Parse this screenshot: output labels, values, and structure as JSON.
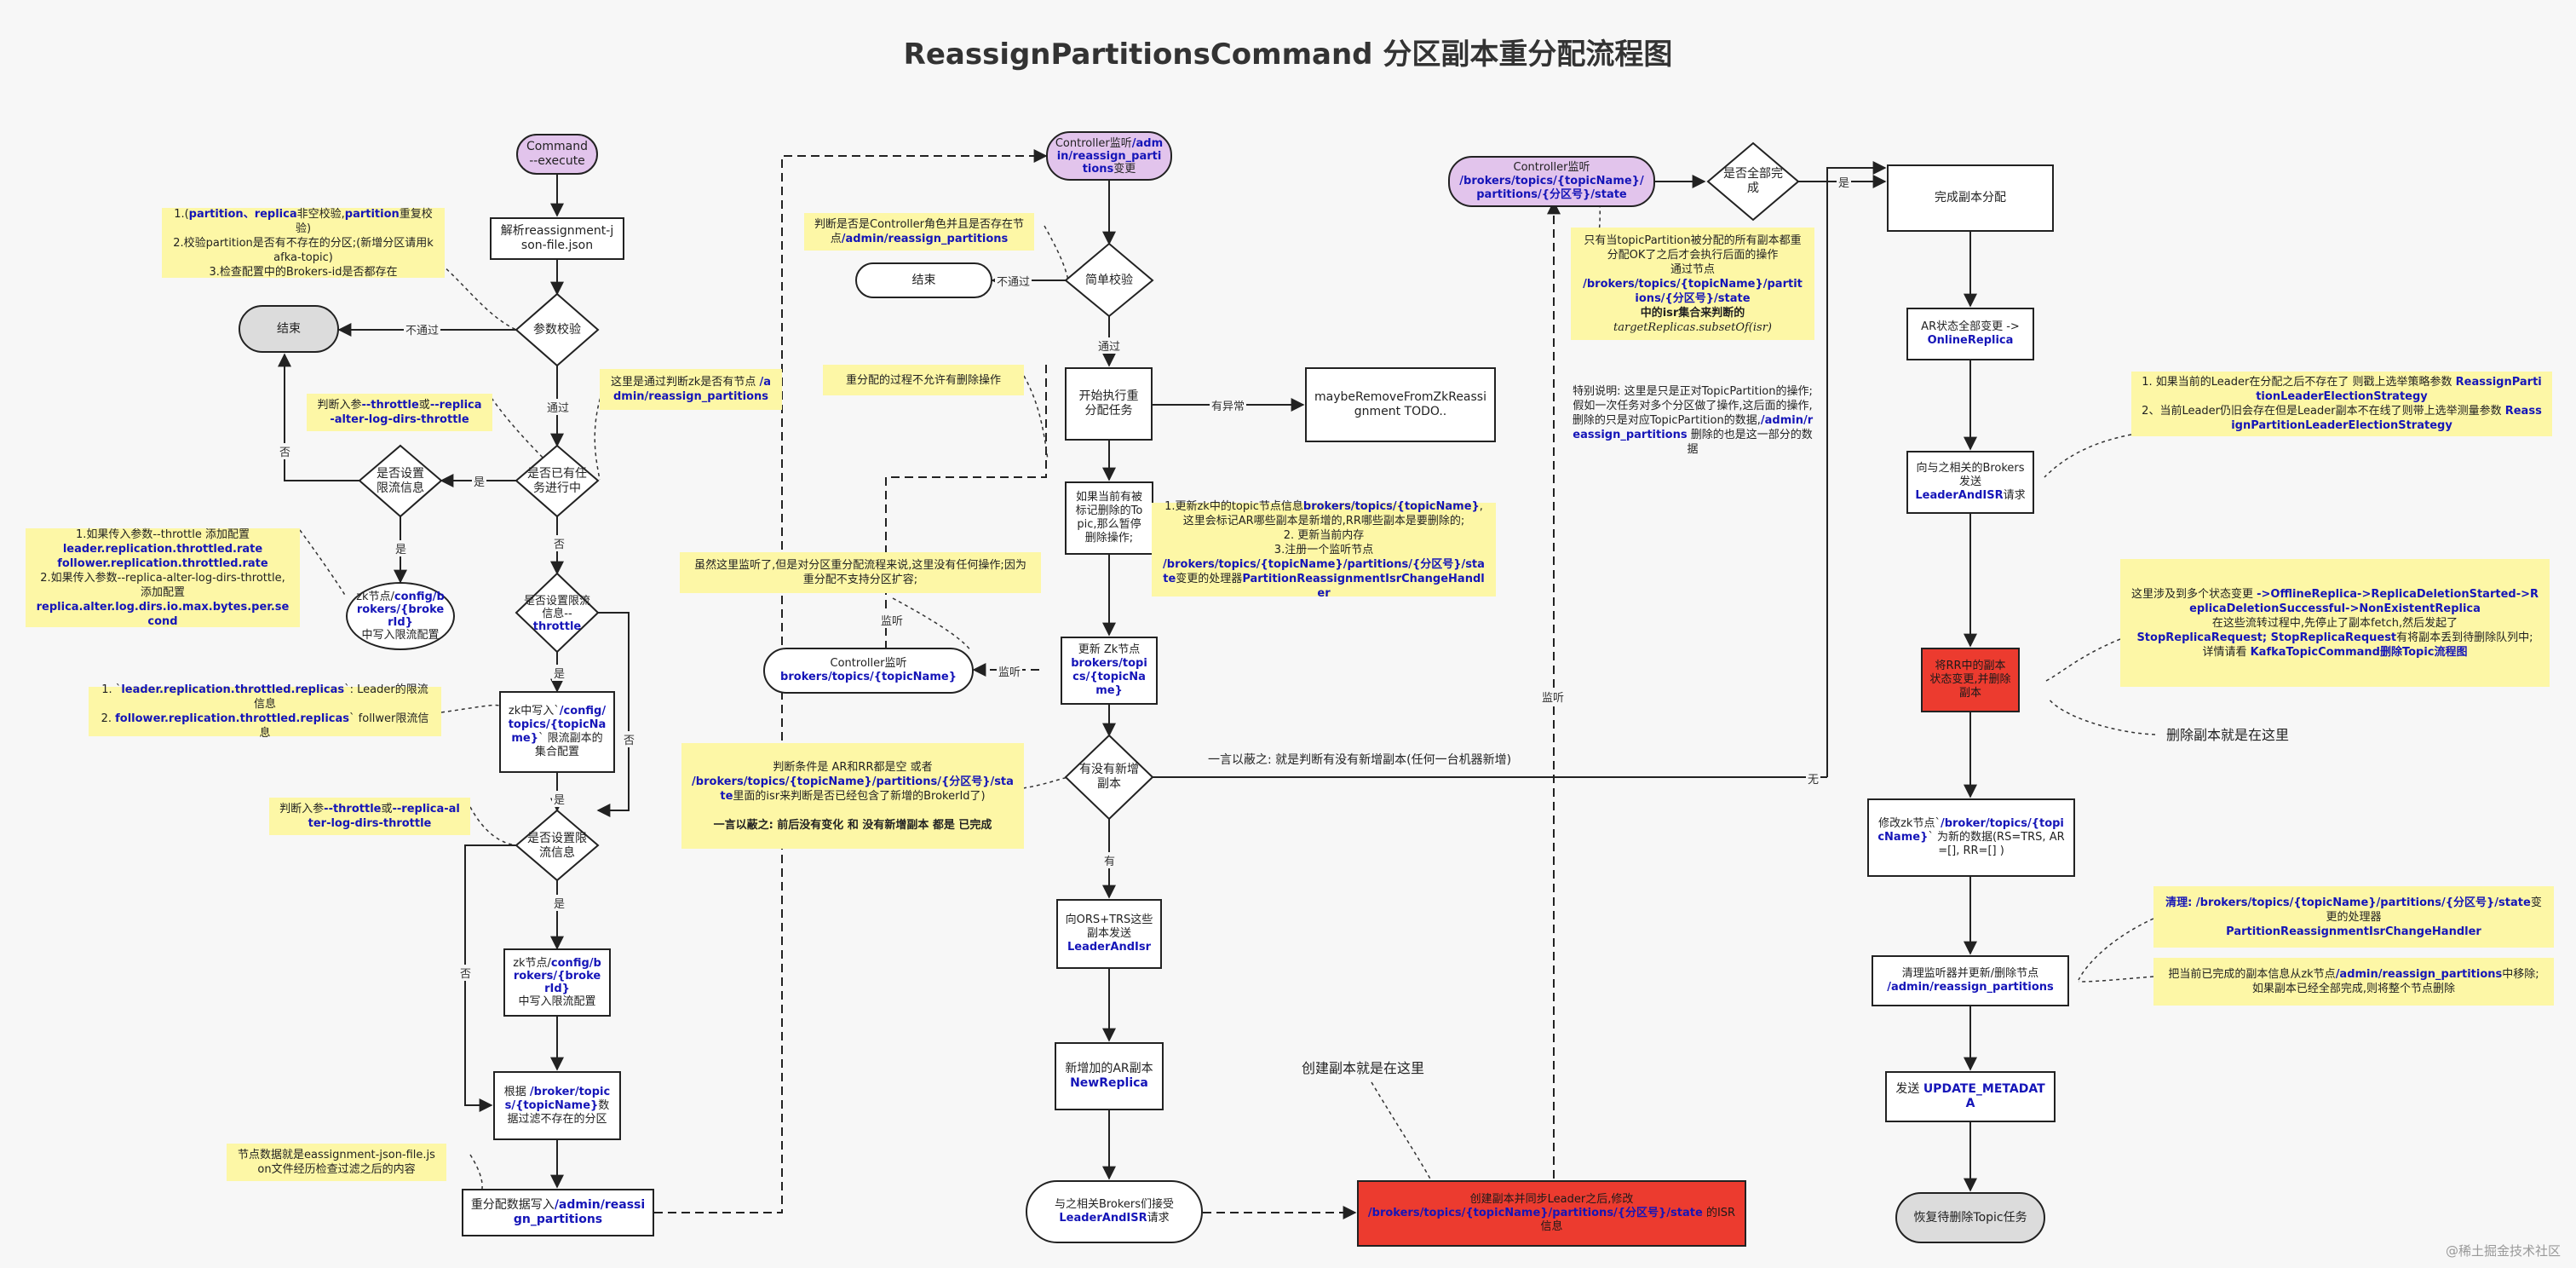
{
  "title": "ReassignPartitionsCommand 分区副本重分配流程图",
  "watermark": "@稀土掘金技术社区",
  "nodes": {
    "cmd_execute": "Command\n--execute",
    "parse_json": "解析reassignment-json-file.json",
    "param_check": "参数校验",
    "end1": "结束",
    "task_running": "是否已有任务进行中",
    "set_limit1": "是否设置限流信息",
    "zk_brokers1": [
      "zk节点/",
      "config/brokers/{brokerId}",
      "中写入限流配置"
    ],
    "set_limit2": [
      "是否设置限流信息--",
      "throttle"
    ],
    "zk_topics_write": [
      "zk中写入`",
      "/config/topics/{topicName}",
      "` 限流副本的集合配置"
    ],
    "set_limit3": "是否设置限流信息",
    "zk_brokers2": [
      "zk节点/",
      "config/brokers/{brokerId}",
      "中写入限流配置"
    ],
    "filter_partitions": [
      "根据 ",
      "/broker/topics/{topicName}",
      "数据过滤不存在的分区"
    ],
    "write_reassign": [
      "重分配数据写入",
      "/admin/reassign_partitions"
    ],
    "ctrl_listen1": [
      "Controller监听",
      "/admin/reassign_partitions",
      "变更"
    ],
    "simple_check": "简单校验",
    "end2": "结束",
    "start_reassign": "开始执行重分配任务",
    "maybe_remove": "maybeRemoveFromZkReassignment  TODO..",
    "mark_delete": "如果当前有被标记删除的Topic,那么暂停删除操作;",
    "update_zk": [
      "更新 Zk节点",
      "brokers/topics/{topicName}"
    ],
    "ctrl_listen2": [
      "Controller监听",
      "brokers/topics/{topicName}"
    ],
    "new_replica_q": "有没有新增副本",
    "send_leaderisr1": [
      "向ORS+TRS这些副本发送",
      "LeaderAndIsr"
    ],
    "new_replica_state": [
      "新增加的AR副本",
      "NewReplica"
    ],
    "brokers_accept": [
      "与之相关Brokers们接受",
      "LeaderAndISR",
      "请求"
    ],
    "create_replica": [
      "创建副本并同步Leader之后,修改",
      "/brokers/topics/{topicName}/partitions/{分区号}/state",
      " 的ISR信息"
    ],
    "ctrl_listen3": [
      "Controller监听",
      "/brokers/topics/{topicName}/partitions/{分区号}/state"
    ],
    "all_done": "是否全部完成",
    "finish": "完成副本分配",
    "ar_online": [
      "AR状态全部变更 ->",
      "OnlineReplica"
    ],
    "send_leaderisr2": [
      "向与之相关的Brokers发送",
      "LeaderAndISR",
      "请求"
    ],
    "rr_offline": "将RR中的副本状态变更,并删除副本",
    "modify_zk": [
      "修改zk节点`",
      "/broker/topics/{topicName}",
      "` 为新的数据(RS=TRS, AR=[], RR=[] )"
    ],
    "clean_listener": [
      "清理监听器并更新/删除节点",
      "/admin/reassign_partitions"
    ],
    "send_metadata": [
      "发送 ",
      "UPDATE_METADATA"
    ],
    "resume_delete": "恢复待删除Topic任务"
  },
  "edge_labels": {
    "no_pass": "不通过",
    "pass": "通过",
    "yes": "是",
    "no": "否",
    "has_exception": "有异常",
    "listen": "监听",
    "has": "有",
    "none": "无"
  },
  "notes": {
    "param_rules": [
      "1.(",
      "partition、replica",
      "非空校验,",
      "partition",
      "重复校验)",
      "2.校验partition是否有不存在的分区;(新增分区请用kafka-topic)",
      "3.检查配置中的Brokers-id是否都存在"
    ],
    "throttle_arg1": [
      "判断入参",
      "--throttle",
      "或",
      "--replica-alter-log-dirs-throttle"
    ],
    "zk_check": [
      "这里是通过判断zk是否有节点 ",
      "/admin/reassign_partitions"
    ],
    "throttle_config": [
      "1.如果传入参数--throttle 添加配置",
      "leader.replication.throttled.rate",
      "follower.replication.throttled.rate",
      "2.如果传入参数--replica-alter-log-dirs-throttle,添加配置",
      "replica.alter.log.dirs.io.max.bytes.per.second"
    ],
    "throttled_replicas": [
      "1. `",
      "leader.replication.throttled.replicas",
      "`: Leader的限流信息",
      "2. ",
      "follower.replication.throttled.replicas",
      "` follwer限流信息"
    ],
    "throttle_arg2": [
      "判断入参",
      "--throttle",
      "或",
      "--replica-alter-log-dirs-throttle"
    ],
    "json_source": "节点数据就是eassignment-json-file.json文件经历检查过滤之后的内容",
    "controller_role": [
      "判断是否是Controller角色并且是否存在节点",
      "/admin/reassign_partitions"
    ],
    "no_delete": "重分配的过程不允许有删除操作",
    "listener_note": "虽然这里监听了,但是对分区重分配流程来说,这里没有任何操作;因为重分配不支持分区扩容;",
    "update_steps": [
      "1.更新zk中的topic节点信息",
      "brokers/topics/{topicName}",
      ",这里会标记AR哪些副本是新增的,RR哪些副本是要删除的;",
      "2. 更新当前内存",
      "3.注册一个监听节点",
      "/brokers/topics/{topicName}/partitions/{分区号}/state",
      "变更的处理器",
      "PartitionReassignmentIsrChangeHandler"
    ],
    "judge_condition": [
      "判断条件是 AR和RR都是空 或者 ",
      "/brokers/topics/{topicName}/partitions/{分区号}/state",
      "里面的isr来判断是否已经包含了新增的BrokerId了)",
      "一言以蔽之: 前后没有变化 和 没有新增副本 都是 已完成"
    ],
    "only_when": [
      "只有当topicPartition被分配的所有副本都重分配OK了之后才会执行后面的操作",
      "通过节点",
      "/brokers/topics/{topicName}/partitions/{分区号}/state",
      "中的isr集合来判断的",
      "targetReplicas.subsetOf(isr)"
    ],
    "special_note": [
      "特别说明: 这里是只是正对TopicPartition的操作;假如一次任务对多个分区做了操作,这后面的操作,删除的只是对应TopicPartition的数据,",
      "/admin/reassign_partitions",
      " 删除的也是这一部分的数据"
    ],
    "leader_strategy": [
      "1. 如果当前的Leader在分配之后不存在了 则戳上选举策略参数 ",
      "ReassignPartitionLeaderElectionStrategy",
      "2、当前Leader仍旧会存在但是Leader副本不在线了则带上选举测量参数 ",
      "ReassignPartitionLeaderElectionStrategy"
    ],
    "state_change": [
      "这里涉及到多个状态变更 ",
      "->OfflineReplica->ReplicaDeletionStarted->ReplicaDeletionSuccessful->NonExistentReplica",
      "在这些流转过程中,先停止了副本fetch,然后发起了",
      "StopReplicaRequest; StopReplicaRequest",
      "有将副本丢到待删除队列中;",
      "详情请看 ",
      "KafkaTopicCommand删除Topic流程图"
    ],
    "clean_note": [
      "清理: ",
      "/brokers/topics/{topicName}/partitions/{分区号}/state",
      "变更的处理器",
      "PartitionReassignmentIsrChangeHandler"
    ],
    "remove_note": [
      "把当前已完成的副本信息从zk节点",
      "/admin/reassign_partitions",
      "中移除; 如果副本已经全部完成,则将整个节点删除"
    ]
  },
  "free_texts": {
    "summary": "一言以蔽之: 就是判断有没有新增副本(任何一台机器新增)",
    "delete_here": "删除副本就是在这里",
    "create_here": "创建副本就是在这里"
  },
  "colors": {
    "start": "#e2c4ec",
    "note": "#fdf7a6",
    "danger": "#ec3b2f",
    "link": "#1515b8",
    "terminal": "#dcdcdc"
  }
}
